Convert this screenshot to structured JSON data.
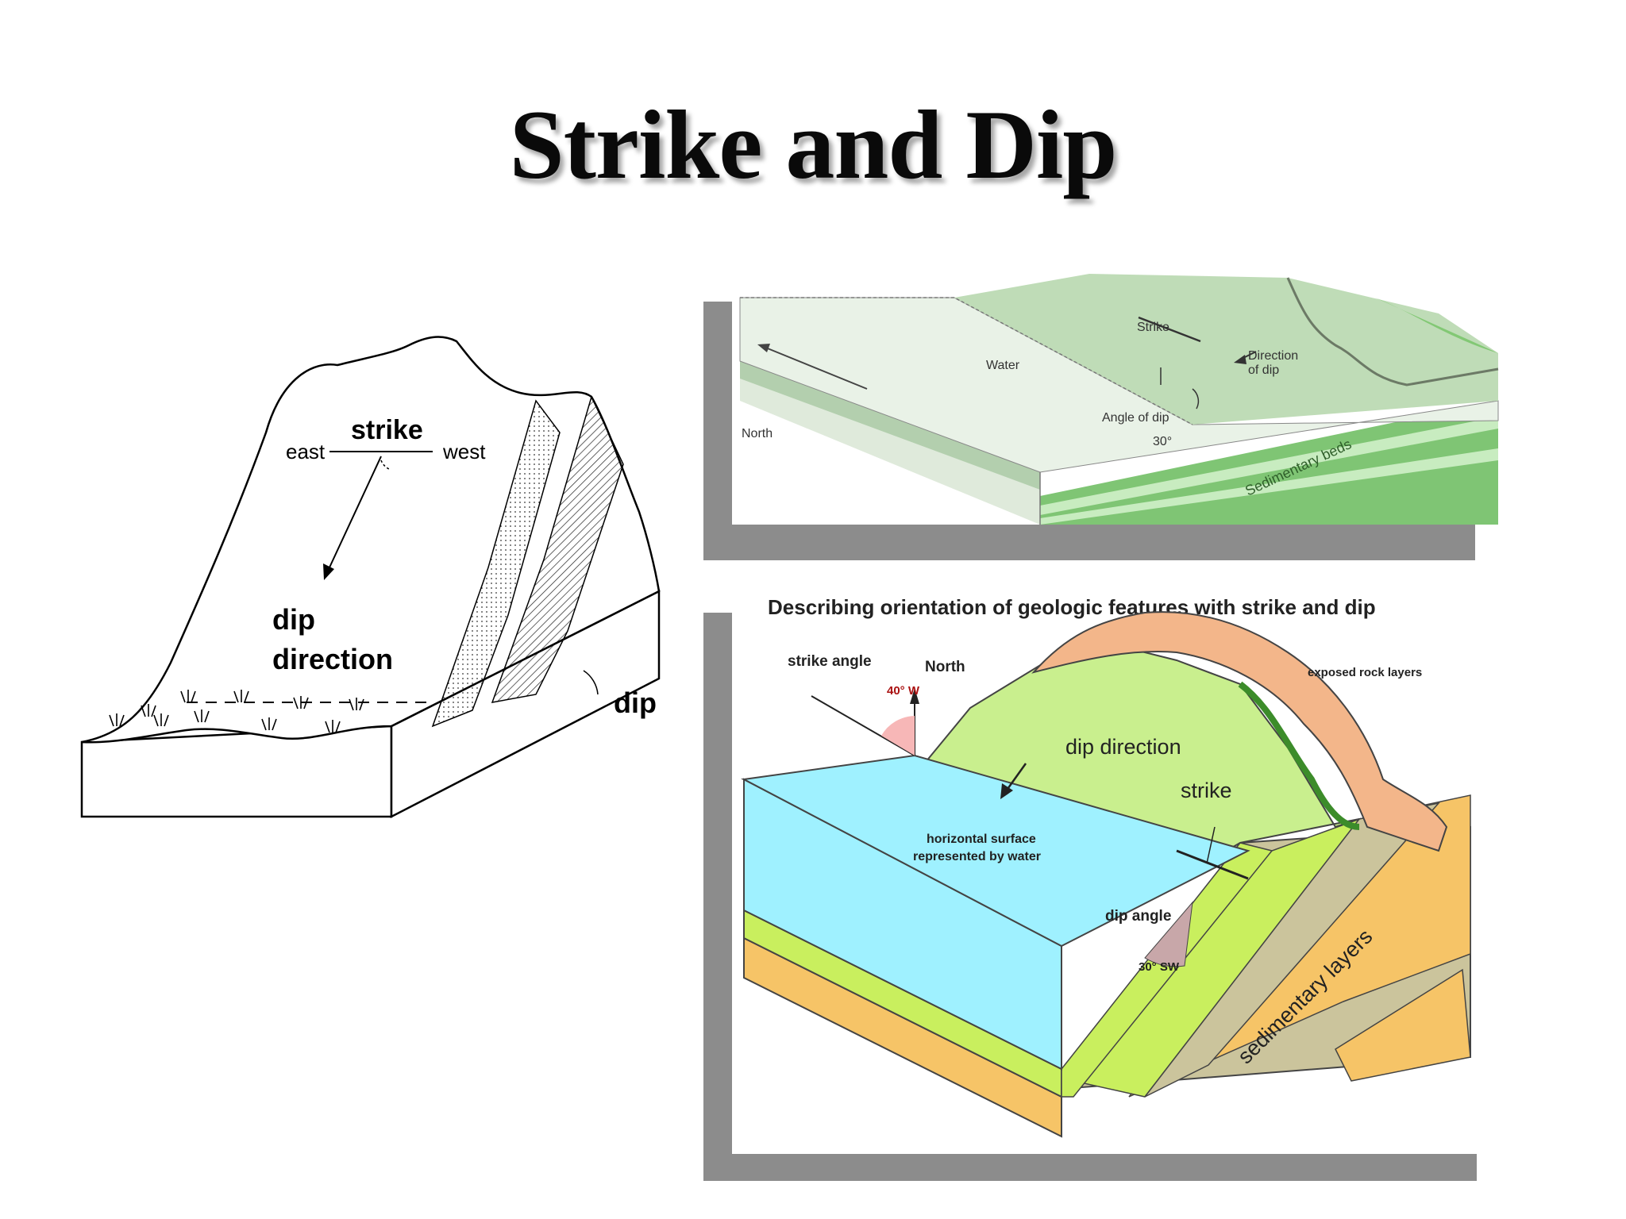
{
  "slide": {
    "title": "Strike and Dip"
  },
  "left_diagram": {
    "labels": {
      "strike": "strike",
      "east": "east",
      "west": "west",
      "dip_direction_line1": "dip",
      "dip_direction_line2": "direction",
      "dip": "dip"
    },
    "icons": [
      "grass-tuft-icon",
      "arrow-icon"
    ]
  },
  "top_right_diagram": {
    "labels": {
      "water": "Water",
      "strike": "Strike",
      "direction_of_dip_line1": "Direction",
      "direction_of_dip_line2": "of dip",
      "angle_of_dip": "Angle of dip",
      "angle_value": "30°",
      "north": "North",
      "sedimentary_beds": "Sedimentary beds"
    }
  },
  "bottom_right_diagram": {
    "title": "Describing orientation of geologic features with strike and dip",
    "labels": {
      "strike_angle": "strike angle",
      "strike_angle_value": "40° W",
      "north": "North",
      "exposed_rock_layers": "exposed rock layers",
      "dip_direction": "dip direction",
      "strike": "strike",
      "horizontal_surface_line1": "horizontal surface",
      "horizontal_surface_line2": "represented by water",
      "dip_angle": "dip angle",
      "dip_angle_value": "30° SW",
      "sedimentary_layers": "sedimentary layers"
    },
    "colors": {
      "water": "#9ff1ff",
      "hillside": "#c9ef8e",
      "rock": "#f3b68a",
      "layer_yellow": "#f6c467",
      "layer_green": "#c9ef5e",
      "layer_tan": "#cbc49c"
    }
  }
}
